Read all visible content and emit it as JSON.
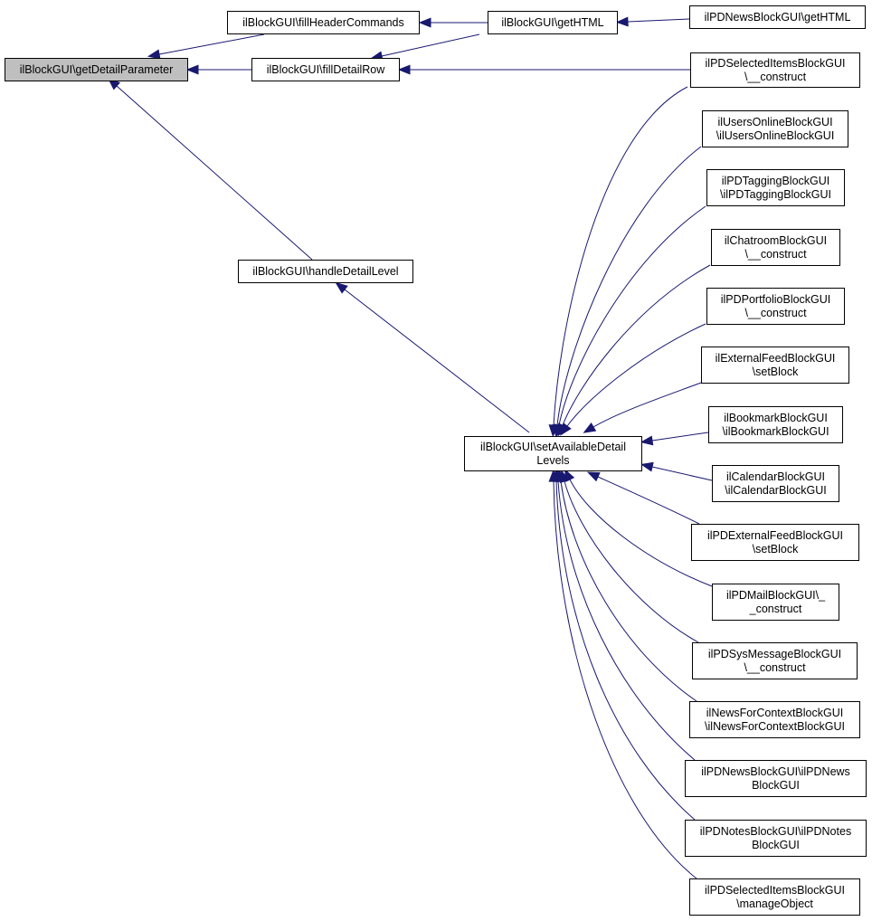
{
  "colors": {
    "edge": "#191970",
    "focus_fill": "#bfbfbf",
    "node_fill": "#ffffff",
    "border": "#000000"
  },
  "nodes": {
    "getDetailParameter": {
      "lines": [
        "ilBlockGUI\\getDetailParameter"
      ],
      "focus": true
    },
    "fillHeaderCommands": {
      "lines": [
        "ilBlockGUI\\fillHeaderCommands"
      ]
    },
    "fillDetailRow": {
      "lines": [
        "ilBlockGUI\\fillDetailRow"
      ]
    },
    "getHTML": {
      "lines": [
        "ilBlockGUI\\getHTML"
      ]
    },
    "pdNewsGetHTML": {
      "lines": [
        "ilPDNewsBlockGUI\\getHTML"
      ]
    },
    "handleDetailLevel": {
      "lines": [
        "ilBlockGUI\\handleDetailLevel"
      ]
    },
    "setAvailableDetailLevels": {
      "lines": [
        "ilBlockGUI\\setAvailableDetail",
        "Levels"
      ]
    },
    "pdSelectedConstruct": {
      "lines": [
        "ilPDSelectedItemsBlockGUI",
        "\\__construct"
      ]
    },
    "usersOnline": {
      "lines": [
        "ilUsersOnlineBlockGUI",
        "\\ilUsersOnlineBlockGUI"
      ]
    },
    "pdTagging": {
      "lines": [
        "ilPDTaggingBlockGUI",
        "\\ilPDTaggingBlockGUI"
      ]
    },
    "chatroom": {
      "lines": [
        "ilChatroomBlockGUI",
        "\\__construct"
      ]
    },
    "pdPortfolio": {
      "lines": [
        "ilPDPortfolioBlockGUI",
        "\\__construct"
      ]
    },
    "externalFeed": {
      "lines": [
        "ilExternalFeedBlockGUI",
        "\\setBlock"
      ]
    },
    "bookmark": {
      "lines": [
        "ilBookmarkBlockGUI",
        "\\ilBookmarkBlockGUI"
      ]
    },
    "calendar": {
      "lines": [
        "ilCalendarBlockGUI",
        "\\ilCalendarBlockGUI"
      ]
    },
    "pdExternalFeed": {
      "lines": [
        "ilPDExternalFeedBlockGUI",
        "\\setBlock"
      ]
    },
    "pdMail": {
      "lines": [
        "ilPDMailBlockGUI\\_",
        "_construct"
      ]
    },
    "pdSysMessage": {
      "lines": [
        "ilPDSysMessageBlockGUI",
        "\\__construct"
      ]
    },
    "newsForContext": {
      "lines": [
        "ilNewsForContextBlockGUI",
        "\\ilNewsForContextBlockGUI"
      ]
    },
    "pdNews": {
      "lines": [
        "ilPDNewsBlockGUI\\ilPDNews",
        "BlockGUI"
      ]
    },
    "pdNotes": {
      "lines": [
        "ilPDNotesBlockGUI\\ilPDNotes",
        "BlockGUI"
      ]
    },
    "pdSelectedManage": {
      "lines": [
        "ilPDSelectedItemsBlockGUI",
        "\\manageObject"
      ]
    }
  },
  "edges": [
    [
      "fillHeaderCommands",
      "getDetailParameter"
    ],
    [
      "fillDetailRow",
      "getDetailParameter"
    ],
    [
      "handleDetailLevel",
      "getDetailParameter"
    ],
    [
      "getHTML",
      "fillHeaderCommands"
    ],
    [
      "getHTML",
      "fillDetailRow"
    ],
    [
      "pdSelectedConstruct",
      "fillDetailRow"
    ],
    [
      "pdNewsGetHTML",
      "getHTML"
    ],
    [
      "setAvailableDetailLevels",
      "handleDetailLevel"
    ],
    [
      "pdSelectedConstruct",
      "setAvailableDetailLevels"
    ],
    [
      "usersOnline",
      "setAvailableDetailLevels"
    ],
    [
      "pdTagging",
      "setAvailableDetailLevels"
    ],
    [
      "chatroom",
      "setAvailableDetailLevels"
    ],
    [
      "pdPortfolio",
      "setAvailableDetailLevels"
    ],
    [
      "externalFeed",
      "setAvailableDetailLevels"
    ],
    [
      "bookmark",
      "setAvailableDetailLevels"
    ],
    [
      "calendar",
      "setAvailableDetailLevels"
    ],
    [
      "pdExternalFeed",
      "setAvailableDetailLevels"
    ],
    [
      "pdMail",
      "setAvailableDetailLevels"
    ],
    [
      "pdSysMessage",
      "setAvailableDetailLevels"
    ],
    [
      "newsForContext",
      "setAvailableDetailLevels"
    ],
    [
      "pdNews",
      "setAvailableDetailLevels"
    ],
    [
      "pdNotes",
      "setAvailableDetailLevels"
    ],
    [
      "pdSelectedManage",
      "setAvailableDetailLevels"
    ]
  ]
}
